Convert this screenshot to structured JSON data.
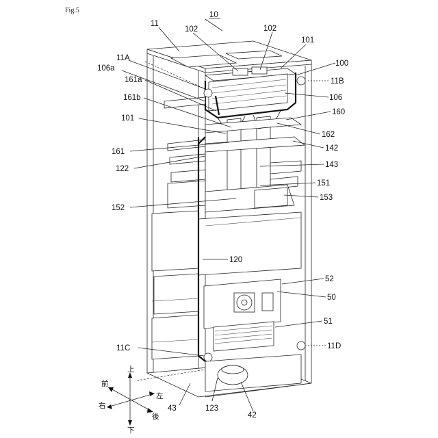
{
  "figure": {
    "title": "Fig.5",
    "assembly_label": "10"
  },
  "labels": {
    "l11": "11",
    "l102a": "102",
    "l102b": "102",
    "l101a": "101",
    "l11A": "11A",
    "l100": "100",
    "l106a": "106a",
    "l11B": "11B",
    "l161a": "161a",
    "l106": "106",
    "l161b": "161b",
    "l160": "160",
    "l101b": "101",
    "l162": "162",
    "l142": "142",
    "l161": "161",
    "l143": "143",
    "l122": "122",
    "l151": "151",
    "l153": "153",
    "l152": "152",
    "l120": "120",
    "l52": "52",
    "l50": "50",
    "l51": "51",
    "l11C": "11C",
    "l11D": "11D",
    "l43": "43",
    "l123": "123",
    "l42": "42"
  },
  "axes": {
    "up": "上",
    "down": "下",
    "front": "前",
    "back": "後",
    "left": "左",
    "right": "右"
  }
}
